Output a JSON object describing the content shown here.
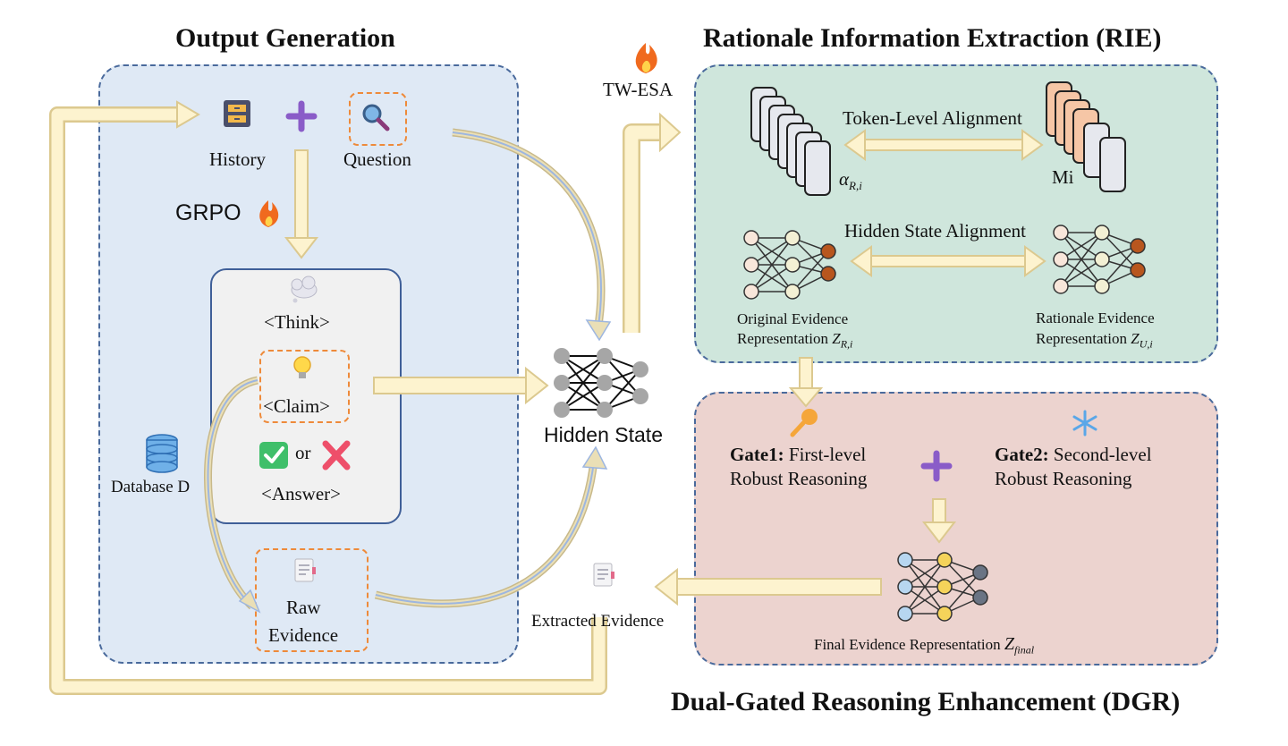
{
  "titles": {
    "output_generation": "Output Generation",
    "rie": "Rationale Information Extraction (RIE)",
    "dgr": "Dual-Gated Reasoning Enhancement (DGR)"
  },
  "output_generation": {
    "history": "History",
    "question": "Question",
    "grpo": "GRPO",
    "think": "<Think>",
    "claim": "<Claim>",
    "or": "or",
    "answer": "<Answer>",
    "database": "Database D",
    "raw_evidence_1": "Raw",
    "raw_evidence_2": "Evidence"
  },
  "center": {
    "tw_esa": "TW-ESA",
    "hidden_state": "Hidden State",
    "extracted_evidence": "Extracted Evidence"
  },
  "rie": {
    "token_level_alignment": "Token-Level Alignment",
    "alpha_label": "α",
    "alpha_sub": "R,i",
    "mi_label": "Mi",
    "hidden_state_alignment": "Hidden State Alignment",
    "original_evidence_1": "Original Evidence",
    "original_evidence_2": "Representation",
    "z_r": "Z",
    "z_r_sub": "R,i",
    "rationale_evidence_1": "Rationale Evidence",
    "rationale_evidence_2": "Representation",
    "z_u": "Z",
    "z_u_sub": "U,i"
  },
  "dgr": {
    "gate1_bold": "Gate1:",
    "gate1_rest": " First-level",
    "gate1_line2": "Robust Reasoning",
    "gate2_bold": "Gate2:",
    "gate2_rest": " Second-level",
    "gate2_line2": "Robust Reasoning",
    "final_evidence": "Final Evidence Representation",
    "z_final": "Z",
    "z_final_sub": "final"
  },
  "colors": {
    "panel_blue": "#dfe9f5",
    "panel_green": "#cfe6dc",
    "panel_red": "#ecd3cf",
    "panel_border": "#4a6a9c",
    "arrow_fill": "#fdf3cf",
    "arrow_stroke": "#dcc98f",
    "dash_orange": "#ee8a3a",
    "plus_purple": "#8a5cc8"
  }
}
